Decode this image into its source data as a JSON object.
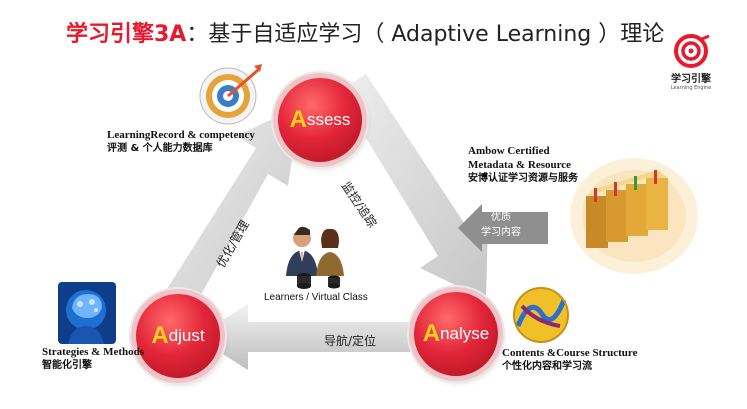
{
  "title": {
    "brand": "学习引擎3A",
    "separator": "：",
    "rest": "基于自适应学习（ Adaptive Learning ）理论"
  },
  "logo": {
    "name": "学习引擎",
    "subtitle": "Learning Engine"
  },
  "nodes": {
    "assess": {
      "cap": "A",
      "rest": "ssess"
    },
    "adjust": {
      "cap": "A",
      "rest": "djust"
    },
    "analyse": {
      "cap": "A",
      "rest": "nalyse"
    }
  },
  "labels": {
    "assess_en": "LearningRecord & competency",
    "assess_cn": "评测 & 个人能力数据库",
    "adjust_en": "Strategies & Methods",
    "adjust_cn": "智能化引擎",
    "analyse_en": "Contents &Course Structure",
    "analyse_cn": "个性化内容和学习流",
    "resource_line1": "Ambow Certified",
    "resource_line2": "Metadata & Resource",
    "resource_cn": "安博认证学习资源与服务"
  },
  "arrows": {
    "right": "监控/追踪",
    "left": "优化/管理",
    "bottom": "导航/定位"
  },
  "quality": {
    "line1": "优质",
    "line2": "学习内容"
  },
  "center": {
    "label": "Learners / Virtual Class"
  },
  "colors": {
    "brand_red": "#e8192c",
    "accent_yellow": "#ffd21a",
    "arrow_gray": "#d4d4d4"
  }
}
